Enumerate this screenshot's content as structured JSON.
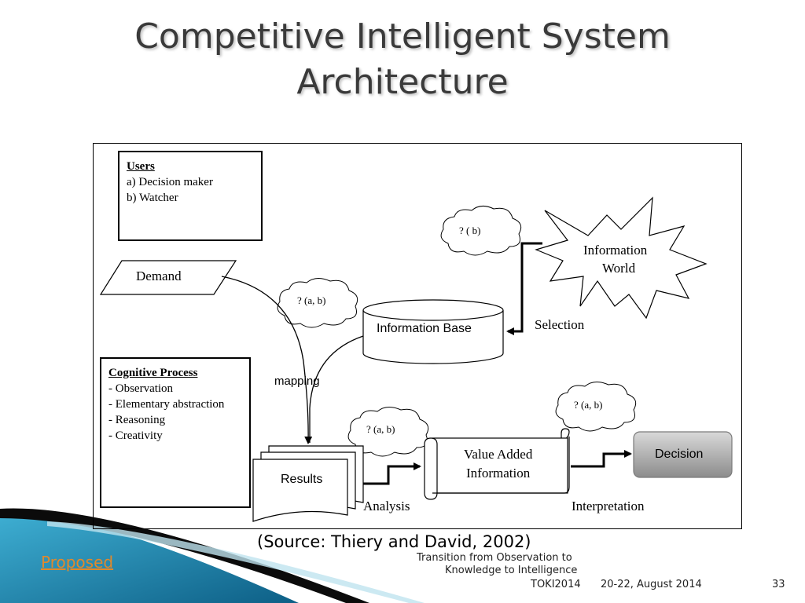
{
  "slide": {
    "title_line1": "Competitive Intelligent System",
    "title_line2": "Architecture",
    "source": "(Source: Thiery and David, 2002)",
    "proposed_link": "Proposed",
    "footer_line1": "Transition from Observation to",
    "footer_line2": "Knowledge to Intelligence",
    "footer_event": "TOKI2014",
    "footer_date": "20-22, August 2014",
    "page_number": "33"
  },
  "diagram": {
    "users": {
      "heading": "Users",
      "items": [
        "a) Decision maker",
        "b) Watcher"
      ]
    },
    "cognitive": {
      "heading": "Cognitive Process",
      "items": [
        "- Observation",
        "- Elementary abstraction",
        "- Reasoning",
        "- Creativity"
      ]
    },
    "demand": "Demand",
    "information_base": "Information Base",
    "information_world_line1": "Information",
    "information_world_line2": "World",
    "selection": "Selection",
    "mapping": "mapping",
    "results": "Results",
    "value_added_line1": "Value Added",
    "value_added_line2": "Information",
    "decision": "Decision",
    "analysis": "Analysis",
    "interpretation": "Interpretation",
    "cloud_b": "? ( b)",
    "cloud_ab_1": "? (a, b)",
    "cloud_ab_2": "? (a, b)",
    "cloud_ab_3": "? (a, b)"
  },
  "colors": {
    "background": "#ffffff",
    "accent_orange": "#e0892c",
    "decision_fill": "#a6a6a6",
    "decoration_teal": "#1f8fb6"
  }
}
